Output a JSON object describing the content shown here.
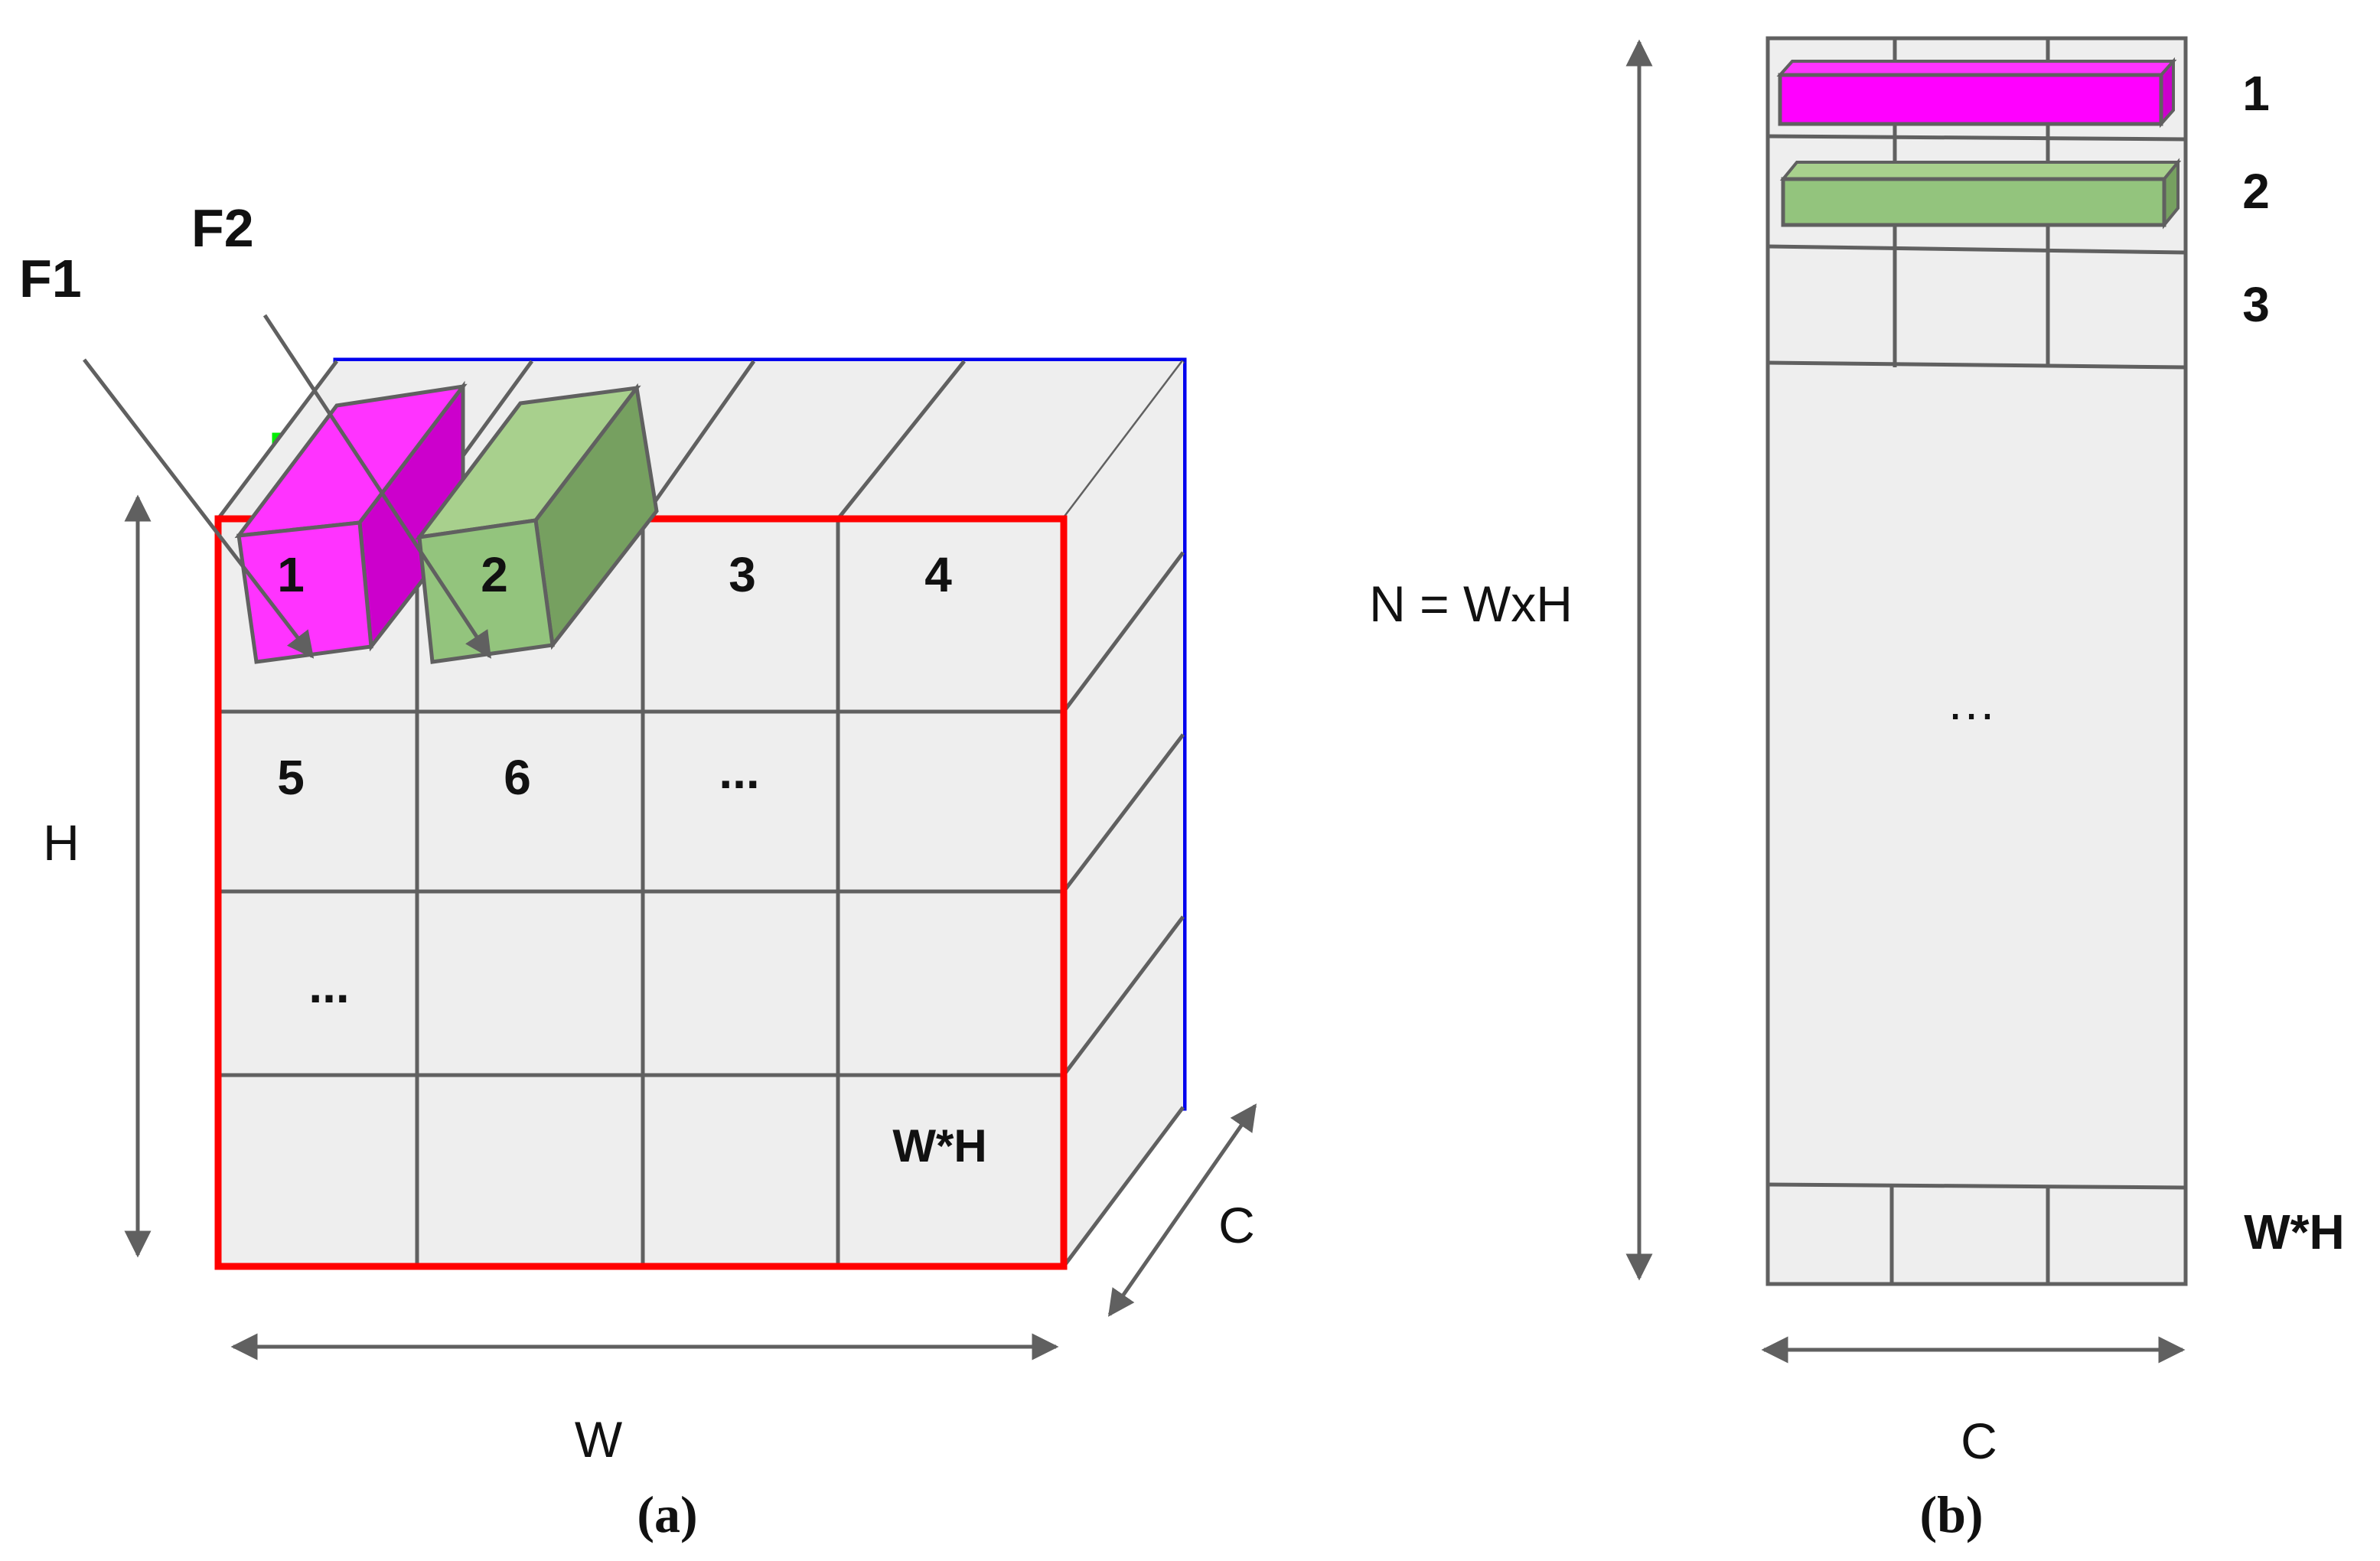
{
  "panel_a": {
    "caption": "(a)",
    "filter_labels": {
      "f1": "F1",
      "f2": "F2"
    },
    "cell_labels": {
      "c1": "1",
      "c2": "2",
      "c3": "3",
      "c4": "4",
      "c5": "5",
      "c6": "6",
      "c7": "...",
      "c8": "...",
      "clast": "W*H"
    },
    "dims": {
      "h": "H",
      "w": "W",
      "c": "C"
    },
    "colors": {
      "front": "#ff0000",
      "middle": "#00ee00",
      "back": "#0000ee",
      "filter1": "#ff33ff",
      "filter2": "#93c47d"
    }
  },
  "panel_b": {
    "caption": "(b)",
    "n_label": "N = WxH",
    "row_labels": {
      "r1": "1",
      "r2": "2",
      "r3": "3",
      "rlast": "W*H"
    },
    "ellipsis": "…",
    "c_label": "C"
  }
}
